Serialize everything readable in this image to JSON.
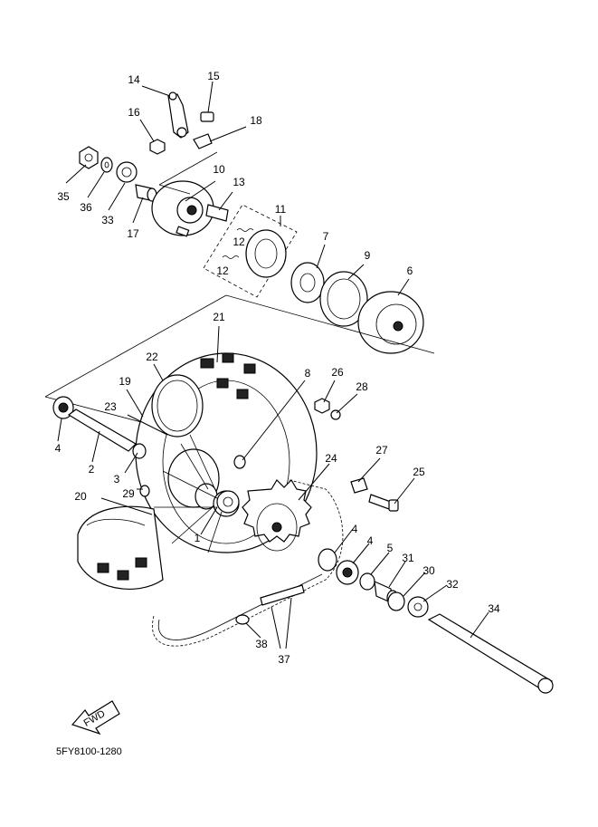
{
  "diagram_code": "5FY8100-1280",
  "fwd_label": "FWD",
  "labels": [
    "1",
    "2",
    "3",
    "4",
    "4",
    "4",
    "5",
    "6",
    "7",
    "8",
    "9",
    "10",
    "11",
    "12",
    "12",
    "13",
    "14",
    "15",
    "16",
    "17",
    "18",
    "19",
    "20",
    "21",
    "22",
    "23",
    "24",
    "25",
    "26",
    "27",
    "28",
    "29",
    "30",
    "31",
    "32",
    "33",
    "34",
    "35",
    "36",
    "37",
    "38"
  ]
}
